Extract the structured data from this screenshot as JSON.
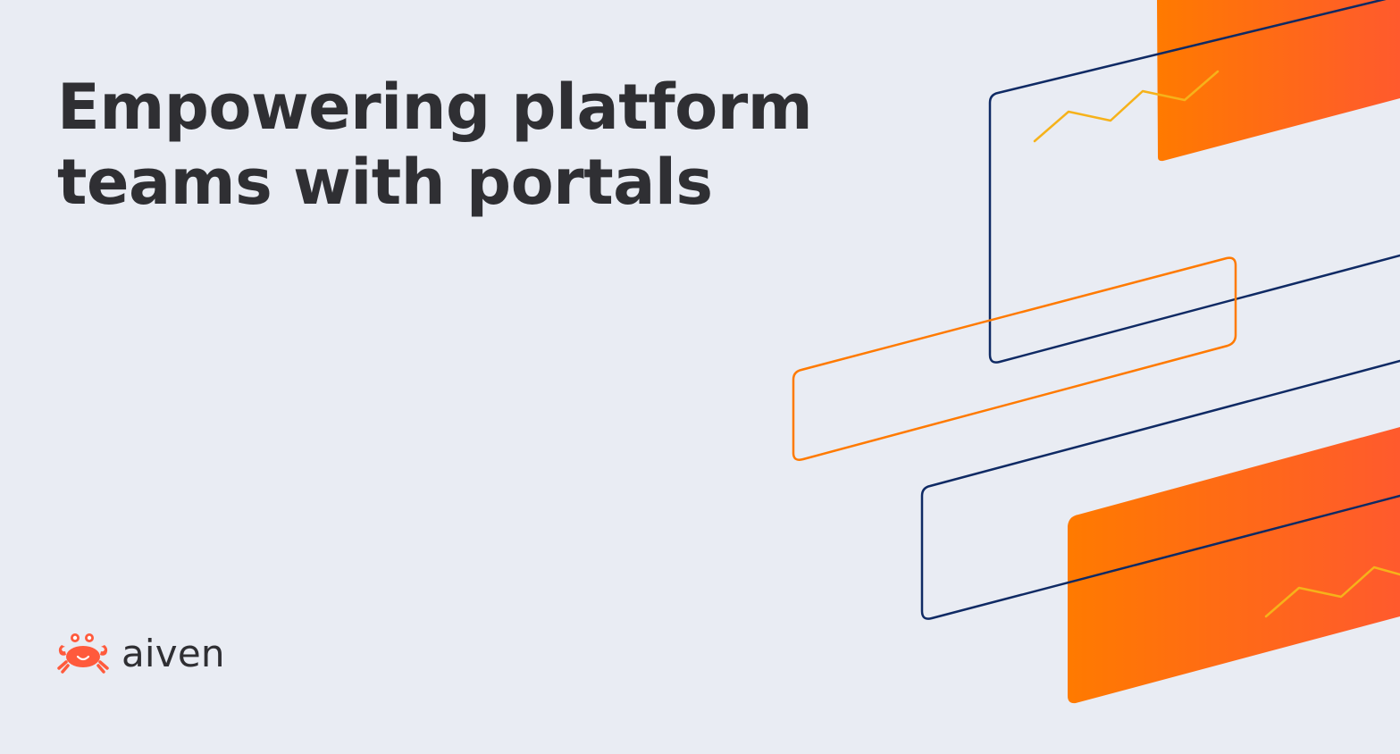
{
  "headline": {
    "line1": "Empowering platform",
    "line2": "teams with portals"
  },
  "brand": {
    "name": "aiven",
    "icon": "crab-logo-icon"
  },
  "decoration": {
    "icons": [
      "abstract-panels-illustration",
      "trend-line-icon"
    ]
  },
  "colors": {
    "background": "#e9ecf3",
    "text": "#2f2f33",
    "navy": "#0f2a64",
    "orange": "#ff7a00",
    "orange_end": "#ff5a2d",
    "trend": "#f6b21a",
    "logo": "#ff5a3c"
  }
}
